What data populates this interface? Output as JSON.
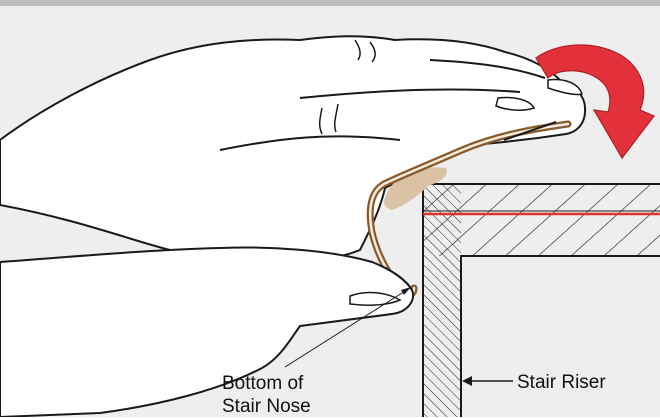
{
  "diagram": {
    "subject": "Fitting stair nose trim over a stair step",
    "colors": {
      "background": "#eeeeee",
      "top_rule": "#bdbdbd",
      "outline": "#1a1a1a",
      "skin": "#ffffff",
      "trim_edge": "#8b5a2b",
      "adhesive_pad": "#dcc2a4",
      "tread_line": "#e0332a",
      "arrow_fill": "#e2313a",
      "arrow_outline": "#b01e24",
      "hatch": "#222222"
    },
    "components": [
      {
        "id": "hand",
        "icon": "hand-pressing"
      },
      {
        "id": "stair-nose-trim",
        "icon": "curved-trim-profile"
      },
      {
        "id": "adhesive-pad",
        "icon": "adhesive-bead"
      },
      {
        "id": "stair-tread",
        "icon": "hatched-section"
      },
      {
        "id": "stair-riser",
        "icon": "hatched-section"
      },
      {
        "id": "rotation-arrow",
        "icon": "curved-arrow-clockwise"
      }
    ]
  },
  "callouts": {
    "bottom_of_stair_nose": {
      "line1": "Bottom of",
      "line2": "Stair Nose"
    },
    "stair_riser": "Stair Riser"
  }
}
